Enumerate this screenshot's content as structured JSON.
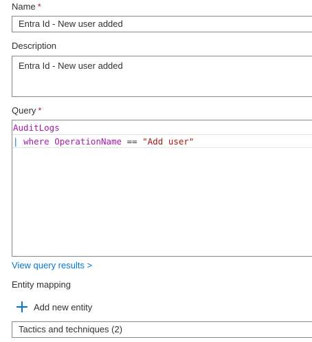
{
  "name_field": {
    "label": "Name",
    "required_mark": "*",
    "value": "Entra Id - New user added"
  },
  "description_field": {
    "label": "Description",
    "value": "Entra Id - New user added"
  },
  "query_field": {
    "label": "Query",
    "required_mark": "*",
    "line1": "AuditLogs",
    "line2": {
      "cursor": "|",
      "keyword": "where",
      "column": "OperationName",
      "operator": "==",
      "string": "\"Add user\""
    }
  },
  "view_results_link": "View query results >",
  "entity_mapping": {
    "label": "Entity mapping",
    "add_button": "Add new entity"
  },
  "tactics": {
    "label": "Tactics and techniques (2)"
  },
  "colors": {
    "accent": "#0078d4",
    "required": "#a4262c",
    "kql_keyword": "#a31baa",
    "kql_string": "#a31515"
  }
}
